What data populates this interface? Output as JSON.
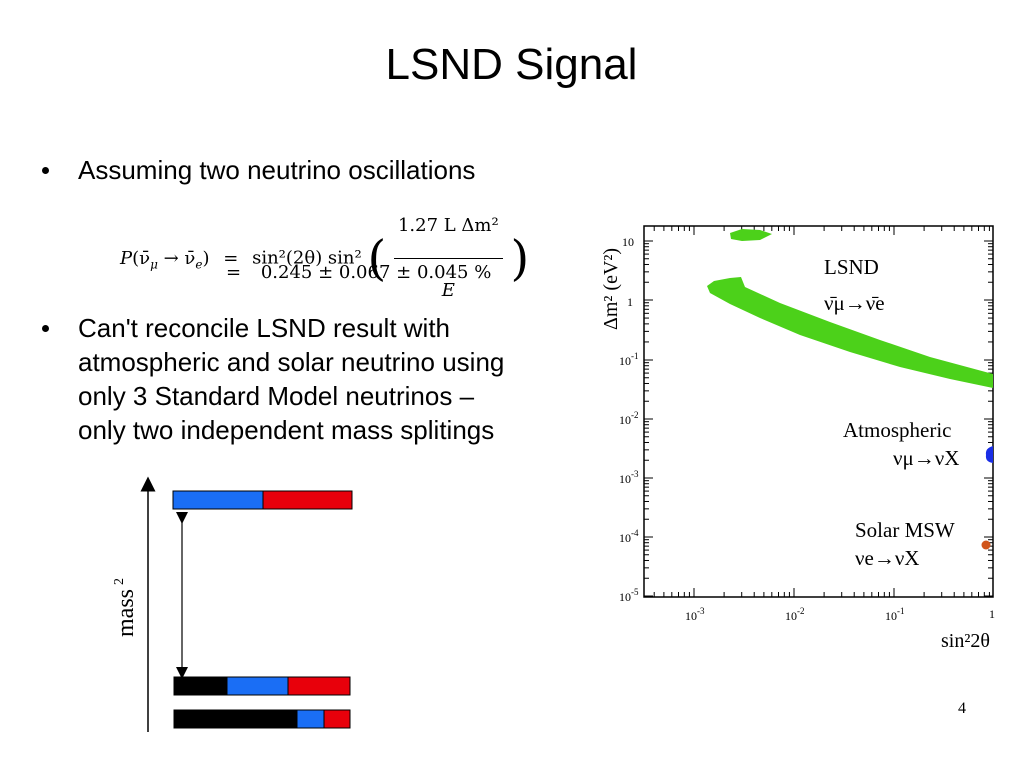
{
  "slide": {
    "title": "LSND Signal",
    "page_number": "4"
  },
  "bullets": [
    {
      "text": "Assuming two neutrino oscillations"
    },
    {
      "lines": [
        "Can't reconcile LSND result with",
        "atmospheric and solar neutrino using",
        "only 3 Standard Model neutrinos –",
        "only two independent mass splitings"
      ]
    }
  ],
  "formula": {
    "lhs": "P(ν̄μ → ν̄e)",
    "eq1": "=",
    "sin_part": "sin²(2θ) sin²",
    "numerator": "1.27 L Δm²",
    "denominator": "E",
    "eq2": "=",
    "result": "0.245 ± 0.067 ± 0.045 %"
  },
  "mass_diagram": {
    "axis_label": "mass",
    "axis_exponent": "2",
    "colors": {
      "blue": "#1a6ef5",
      "red": "#e8000b",
      "black": "#000000"
    }
  },
  "plot": {
    "y_axis_label": "Δm² (eV²)",
    "x_axis_label": "sin²2θ",
    "y_ticks": [
      {
        "base": "10",
        "exp": ""
      },
      {
        "base": "1",
        "exp": ""
      },
      {
        "base": "10",
        "exp": "-1"
      },
      {
        "base": "10",
        "exp": "-2"
      },
      {
        "base": "10",
        "exp": "-3"
      },
      {
        "base": "10",
        "exp": "-4"
      },
      {
        "base": "10",
        "exp": "-5"
      }
    ],
    "x_ticks": [
      {
        "base": "10",
        "exp": "-3"
      },
      {
        "base": "10",
        "exp": "-2"
      },
      {
        "base": "10",
        "exp": "-1"
      },
      {
        "base": "1",
        "exp": ""
      }
    ],
    "regions": [
      {
        "name": "LSND",
        "channel": "ν̄μ→ν̄e",
        "color": "#4cd11a"
      },
      {
        "name": "Atmospheric",
        "channel": "νμ→νX",
        "color": "#1a2ee6"
      },
      {
        "name": "Solar MSW",
        "channel": "νe→νX",
        "color": "#d0541a"
      }
    ]
  }
}
